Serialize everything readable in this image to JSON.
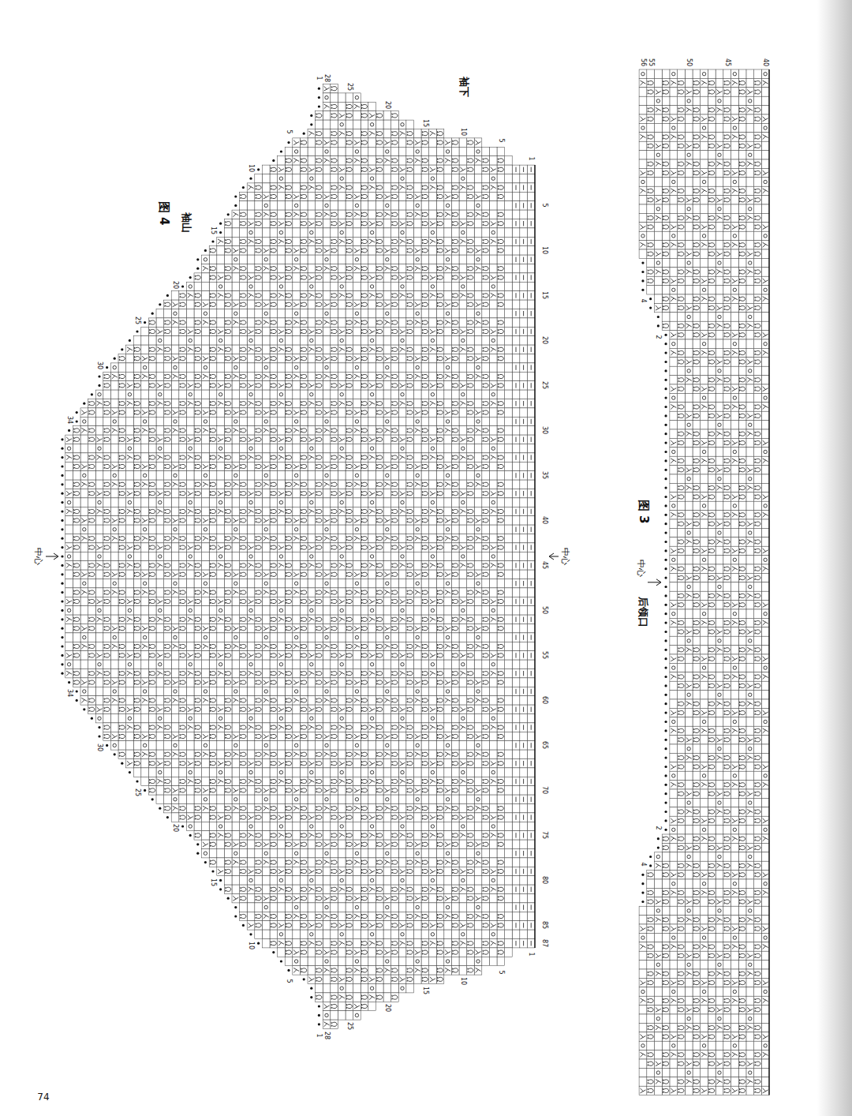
{
  "diagram": {
    "labels": [
      "1",
      "5",
      "10",
      "15",
      "20",
      "25",
      "28",
      "1",
      "5",
      "10",
      "15",
      "20",
      "25",
      "30",
      "34",
      "中心",
      "图 4",
      "袖山",
      "袖下",
      "34",
      "30",
      "25",
      "20",
      "15",
      "10",
      "5",
      "1",
      "28",
      "25",
      "20",
      "15",
      "10",
      "5",
      "1",
      "5",
      "10",
      "15",
      "20",
      "25",
      "30",
      "35",
      "40",
      "45",
      "50",
      "55",
      "60",
      "65",
      "70",
      "75",
      "80",
      "85",
      "87",
      "中心",
      "56",
      "55",
      "50",
      "45",
      "40",
      "4",
      "2",
      "中心",
      "图 3",
      "后领口",
      "2",
      "4",
      "74"
    ]
  }
}
